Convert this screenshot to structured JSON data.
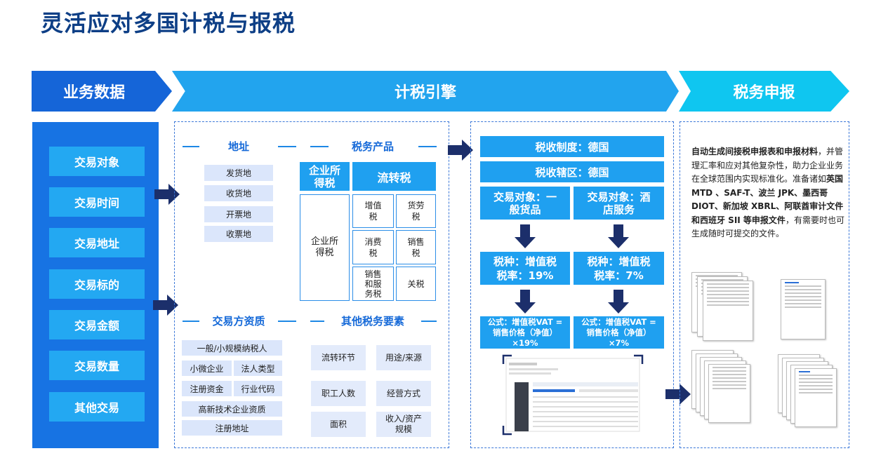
{
  "title": "灵活应对多国计税与报税",
  "banners": {
    "business_data": "业务数据",
    "tax_engine": "计税引擎",
    "tax_filing": "税务申报"
  },
  "transaction_items": [
    "交易对象",
    "交易时间",
    "交易地址",
    "交易标的",
    "交易金额",
    "交易数量",
    "其他交易"
  ],
  "address": {
    "header": "地址",
    "items": [
      "发货地",
      "收货地",
      "开票地",
      "收票地"
    ]
  },
  "tax_products": {
    "header": "税务产品",
    "corp_income_tax_header": "企业所得税",
    "turnover_tax_header": "流转税",
    "corp_income_tax_cell": "企业所得税",
    "turnover_items": [
      "增值税",
      "货劳税",
      "消费税",
      "销售税",
      "销售和服务税",
      "关税"
    ]
  },
  "counterparty": {
    "header": "交易方资质",
    "items": [
      "一般/小规模纳税人",
      "小微企业",
      "法人类型",
      "注册资金",
      "行业代码",
      "高新技术企业资质",
      "注册地址"
    ]
  },
  "other_elements": {
    "header": "其他税务要素",
    "items": [
      "流转环节",
      "用途/来源",
      "职工人数",
      "经营方式",
      "面积",
      "收入/资产规模"
    ]
  },
  "engine": {
    "regime": "税收制度：德国",
    "jurisdiction": "税收辖区：德国",
    "obj1": "交易对象：一般货品",
    "obj2": "交易对象：酒店服务",
    "rate1_line1": "税种：增值税",
    "rate1_line2": "税率：19%",
    "rate2_line1": "税种：增值税",
    "rate2_line2": "税率：7%",
    "formula1": "公式：增值税VAT = 销售价格（净值）×19%",
    "formula2": "公式：增值税VAT = 销售价格（净值）×7%"
  },
  "filing_description": [
    {
      "text": "自动生成间接税申报表和申报材料",
      "bold": true
    },
    {
      "text": "，并管理汇率和应对其他复杂性，助力企业业务在全球范围内实现标准化。准备诸如",
      "bold": false
    },
    {
      "text": "英国 MTD 、SAF-T、波兰 JPK、墨西哥 DIOT、新加坡 XBRL、阿联酋审计文件和西班牙 SII 等申报文件",
      "bold": true
    },
    {
      "text": "，有需要时也可生成随时可提交的文件。",
      "bold": false
    }
  ]
}
